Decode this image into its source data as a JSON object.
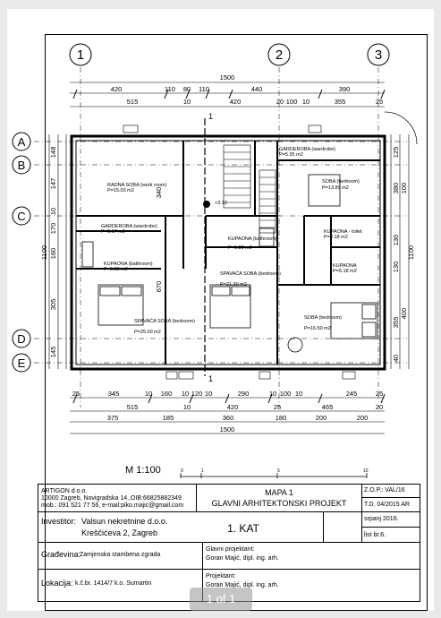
{
  "grid": {
    "columns": [
      "1",
      "2",
      "3"
    ],
    "rows": [
      "A",
      "B",
      "C",
      "D",
      "E"
    ]
  },
  "dims": {
    "top_total": "1500",
    "top_row1": [
      "420",
      "110",
      "80",
      "110",
      "440",
      "390"
    ],
    "top_row2": [
      "515",
      "10",
      "420",
      "20",
      "100",
      "10",
      "355",
      "25"
    ],
    "bottom_row1": [
      "25",
      "345",
      "10",
      "160",
      "10",
      "120",
      "10",
      "290",
      "10",
      "100",
      "10",
      "245",
      "25"
    ],
    "bottom_row2": [
      "515",
      "10",
      "420",
      "25",
      "465",
      "20"
    ],
    "bottom_row3": [
      "375",
      "185",
      "360",
      "180",
      "200",
      "200"
    ],
    "bottom_total": "1500",
    "left_total": "1100",
    "left_segs": [
      "148",
      "147",
      "10",
      "170",
      "160",
      "305",
      "145"
    ],
    "left_inner": [
      "340",
      "670"
    ],
    "right_total": "1100",
    "right_segs": [
      "125",
      "380",
      "130",
      "130",
      "355",
      "40"
    ],
    "right_inner": [
      "100",
      "400"
    ]
  },
  "rooms": {
    "radna_soba": "RADNA SOBA (work room)",
    "radna_soba_area": "P=15.03  m2",
    "garderoba1": "GARDEROBA (wardrobe)",
    "garderoba1_area": "P=5.17  m2",
    "kupaonica1": "KUPAONA (bathroom)",
    "kupaonica1_area": "P=6.18  m2",
    "spavaca1": "SPAVAĆA SOBA (bedroom)",
    "spavaca1_area": "P=25.00  m2",
    "kupaonica2": "KUPAONA (bathroom)",
    "kupaonica2_area": "P=5.22  m2",
    "spavaca2": "SPAVAĆA SOBA (bedroom)",
    "spavaca2_area": "P=21.30  m2",
    "garderoba2": "GARDEROBA (wardrobe)",
    "garderoba2_area": "P=5.95  m2",
    "soba1": "SOBA (bedroom)",
    "soba1_area": "P=13.89  m2",
    "kupaonica3": "KUPAONA - toilet",
    "kupaonica3_area": "P=4.18  m2",
    "kupaonica4": "KUPAONA",
    "kupaonica4_area": "P=5.18  m2",
    "soba2": "SOBA (bedroom)",
    "soba2_area": "P=16.50  m2",
    "level_mark": "+3.12"
  },
  "section_mark": "1",
  "scale": {
    "label": "M 1:100",
    "ticks": [
      "0",
      "1",
      "5",
      "10"
    ]
  },
  "title_block": {
    "company": "ARTIGON d.o.o.",
    "address": "10000 Zagreb, Novigradska 14.,OIB:66825882349",
    "contact": "mob.: 091 521 77 56, e-mail:piko.majic@gmail.com",
    "map_title": "MAPA 1",
    "project_title": "GLAVNI ARHITEKTONSKI PROJEKT",
    "zop": "Z.O.P.: VAL/16",
    "td": "T.D. 04/2015 AR",
    "investor_label": "Investitor:",
    "investor_name": "Valsun nekretnine d.o.o.",
    "investor_address": "Kreščićeva 2, Zagreb",
    "sheet_name": "1. KAT",
    "date": "srpanj 2016.",
    "sheet_no": "list br.6.",
    "gradevina_label": "Građevina:",
    "gradevina_value": "Zamjenska stambena zgrada",
    "glavni_label": "Glavni projektant:",
    "glavni_name": "Goran Majić, dipl. ing. arh.",
    "lokacija_label": "Lokacija:",
    "lokacija_value": "k.č.br. 1414/7 k.o. Sumartin",
    "projektant_label": "Projektant:",
    "projektant_name": "Goran Majić, dipl. ing. arh."
  },
  "pager": "1 of 1"
}
